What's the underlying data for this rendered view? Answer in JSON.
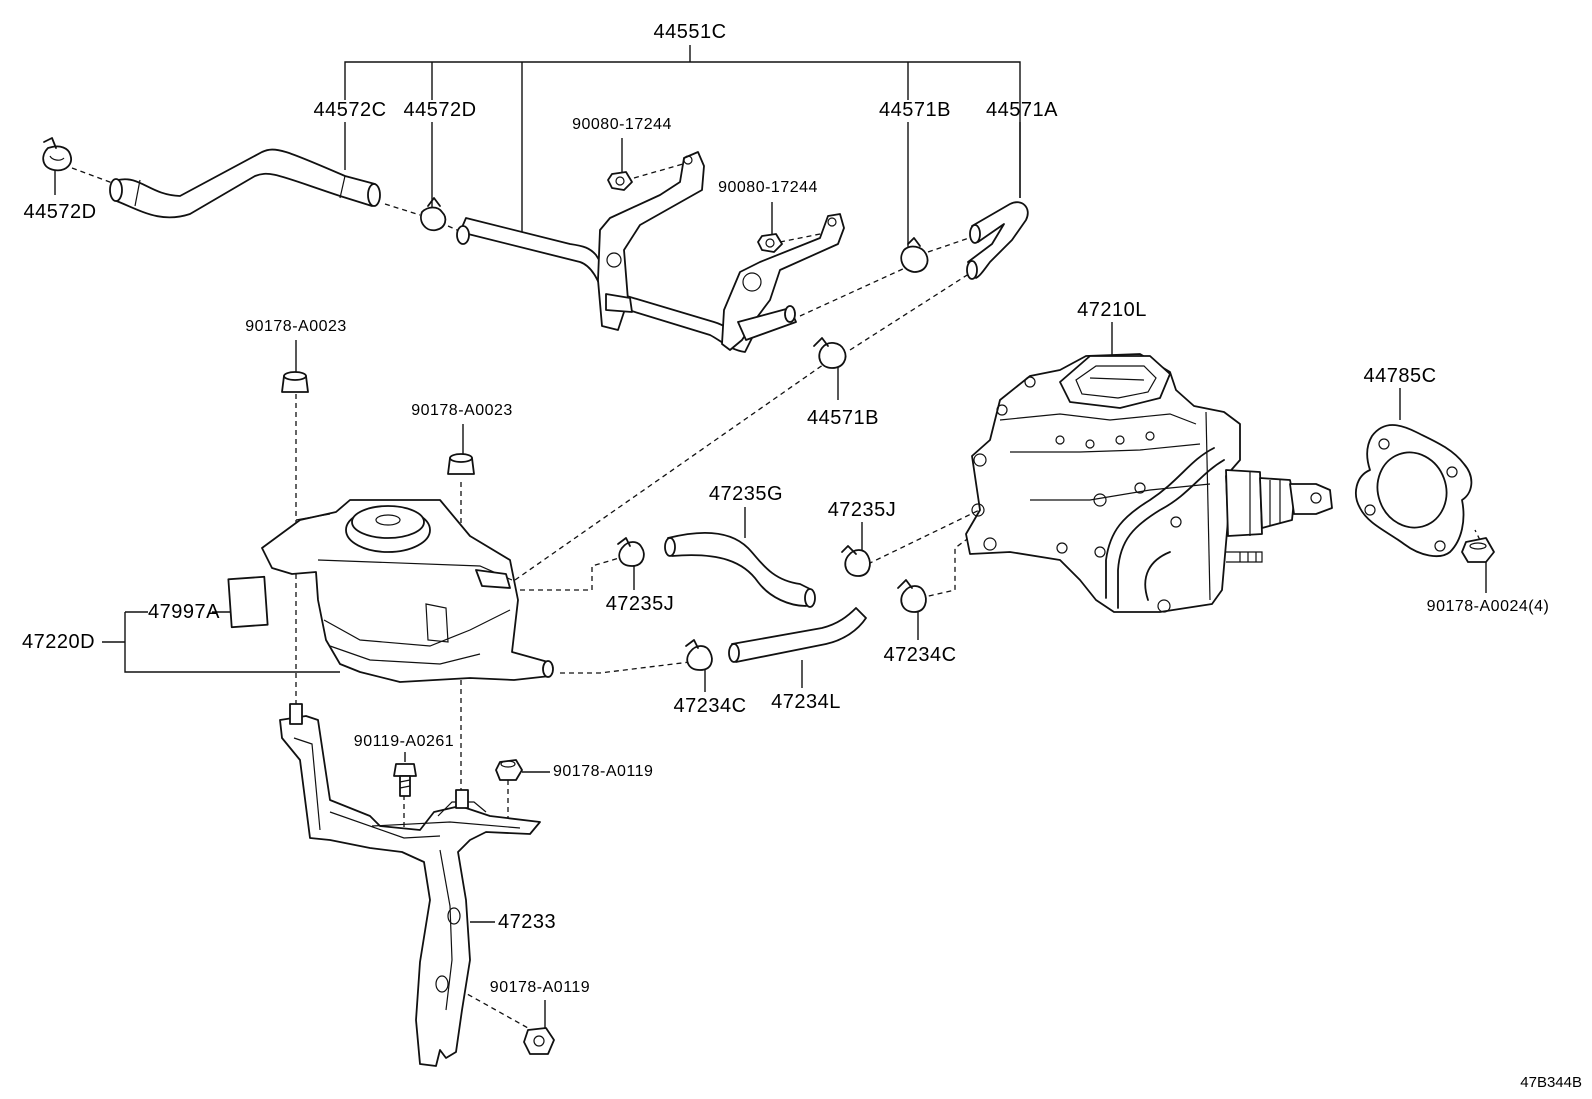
{
  "diagram_code": "47B344B",
  "labels": {
    "44551C": "44551C",
    "44572C": "44572C",
    "44572D_top": "44572D",
    "44572D_left": "44572D",
    "90080_17244_a": "90080-17244",
    "90080_17244_b": "90080-17244",
    "44571B_top": "44571B",
    "44571A": "44571A",
    "44571B_mid": "44571B",
    "90178_A0023_a": "90178-A0023",
    "90178_A0023_b": "90178-A0023",
    "47210L": "47210L",
    "44785C": "44785C",
    "90178_A0024": "90178-A0024(4)",
    "47235G": "47235G",
    "47235J_right": "47235J",
    "47235J_left": "47235J",
    "47997A": "47997A",
    "47220D": "47220D",
    "47234C_left": "47234C",
    "47234L": "47234L",
    "47234C_right": "47234C",
    "90119_A0261": "90119-A0261",
    "90178_A0119_a": "90178-A0119",
    "47233": "47233",
    "90178_A0119_b": "90178-A0119"
  }
}
